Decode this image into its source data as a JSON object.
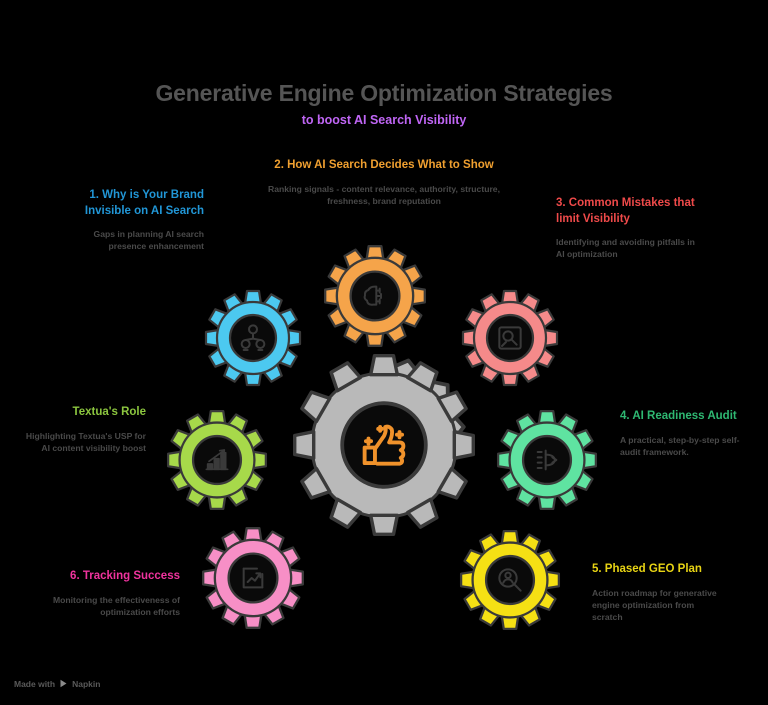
{
  "header": {
    "title": "Generative Engine Optimization Strategies",
    "subtitle": "to boost AI Search Visibility",
    "title_color": "#555555",
    "subtitle_color": "#c066f5"
  },
  "center": {
    "icon": "thumbs-up-sparkle-icon",
    "gear_color": "#b9b9b9",
    "icon_color": "#f0922b"
  },
  "steps": [
    {
      "id": "step-1",
      "title": "1. Why is Your Brand Invisible on AI Search",
      "description": "Gaps in planning AI search presence enhancement",
      "color": "#2196d6",
      "gear_color": "#4cc9f0",
      "icon": "user-network-icon"
    },
    {
      "id": "step-2",
      "title": "2. How AI Search Decides What to Show",
      "description": "Ranking signals - content relevance, authority, structure, freshness, brand reputation",
      "color": "#f0a030",
      "gear_color": "#f5a44a",
      "icon": "brain-ai-icon"
    },
    {
      "id": "step-3",
      "title": "3. Common Mistakes that limit Visibility",
      "description": "Identifying and avoiding pitfalls in AI optimization",
      "color": "#ef4a4a",
      "gear_color": "#f58a8a",
      "icon": "search-alert-icon"
    },
    {
      "id": "step-4",
      "title": "4. AI Readiness Audit",
      "description": "A practical, step-by-step self-audit framework.",
      "color": "#2eb872",
      "gear_color": "#5fe3a1",
      "icon": "checklist-audit-icon"
    },
    {
      "id": "step-5",
      "title": "5. Phased GEO Plan",
      "description": "Action roadmap for generative engine optimization from scratch",
      "color": "#e8d414",
      "gear_color": "#f5e014",
      "icon": "magnifier-person-icon"
    },
    {
      "id": "step-6",
      "title": "6. Tracking Success",
      "description": "Monitoring the effectiveness of optimization efforts",
      "color": "#f0339e",
      "gear_color": "#f78fc6",
      "icon": "growth-board-icon"
    },
    {
      "id": "step-7",
      "title": "Textua's Role",
      "description": "Highlighting Textua's USP for AI content visibility boost",
      "color": "#8cc63f",
      "gear_color": "#a7d94a",
      "icon": "bar-chart-growth-icon"
    }
  ],
  "footer": {
    "text": "Made with",
    "brand": "Napkin"
  }
}
